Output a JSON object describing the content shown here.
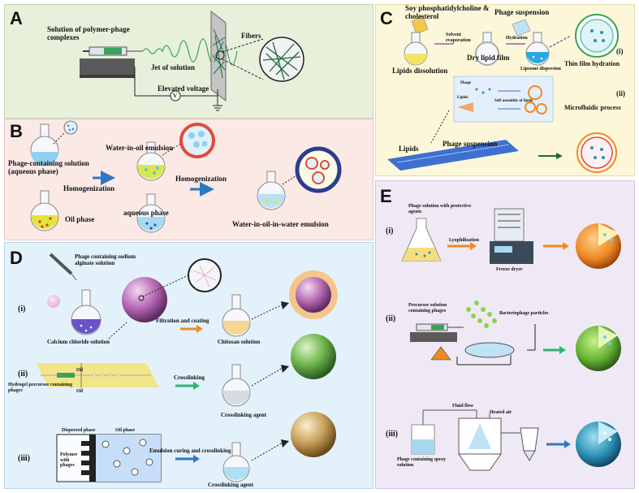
{
  "figure": {
    "panels": {
      "a": {
        "letter": "A",
        "solution_label": "Solution of polymer-phage complexes",
        "jet_label": "Jet of solution",
        "fibers_label": "Fibers",
        "voltage_label": "Elevated voltage",
        "voltmeter_symbol": "V"
      },
      "b": {
        "letter": "B",
        "phage_solution_label": "Phage-containing solution (aqueous phase)",
        "oil_phase_label": "Oil phase",
        "homogenization_1": "Homogenization",
        "water_in_oil_label": "Water-in-oil emulsion",
        "aqueous_phase_label": "aqueous phase",
        "homogenization_2": "Homogenization",
        "w_o_w_label": "Water-in-oil-in-water emulsion"
      },
      "c": {
        "letter": "C",
        "soy_label": "Soy phosphatidylcholine & cholesterol",
        "phage_suspension_top": "Phage suspension",
        "solvent_label": "Solvent evaporation",
        "hydration_label": "Hydration",
        "lipids_dissolution": "Lipids dissolution",
        "dry_film": "Dry lipid film",
        "liposome_dispersion": "Liposme dispersion",
        "roman_i": "(i)",
        "thin_film": "Thin film hydration",
        "roman_ii": "(ii)",
        "microfluidic": "Microfluidic process",
        "inset_phage": "Phage",
        "inset_lipids": "Lipids",
        "inset_self_assembly": "Self-assembly of lipids",
        "lipids_label": "Lipids",
        "phage_suspension_bottom": "Phage suspension"
      },
      "d": {
        "letter": "D",
        "alginate_label": "Phage containing sodium alginate solution",
        "roman_i": "(i)",
        "calcium_label": "Calcium chloride solution",
        "filtration_label": "Filtration and coating",
        "chitosan_label": "Chitosan solution",
        "roman_ii": "(ii)",
        "hydrogel_label": "Hydrogel precursor containing phages",
        "oil_top": "Oil",
        "oil_bottom": "Oil",
        "crosslinking_label": "Crosslinking",
        "crosslinking_agent_1": "Crosslinking agent",
        "roman_iii": "(iii)",
        "dispersed_phase": "Dispersed phase",
        "oil_phase": "Oil phase",
        "polymer_phages": "Polymer with phages",
        "emulsion_label": "Emulsion curing and crosslinking",
        "crosslinking_agent_2": "Crosslinking agent"
      },
      "e": {
        "letter": "E",
        "roman_i": "(i)",
        "phage_solution_label": "Phage solution with protective agents",
        "lyophilization": "Lyophilization",
        "freeze_dryer": "Freeze dryer",
        "roman_ii": "(ii)",
        "precursor_label": "Precursor solution containing phages",
        "bacteriophage_particles": "Bacteriophage particles",
        "roman_iii": "(iii)",
        "fluid_flow": "Fluid flow",
        "heated_air": "Heated air",
        "spray_solution": "Phage containing spray solution"
      }
    }
  },
  "colors": {
    "panel_a_bg": "#e6f0da",
    "panel_b_bg": "#fbe9e5",
    "panel_c_bg": "#fdf7d9",
    "panel_d_bg": "#e3f1fb",
    "panel_e_bg": "#efe9f6",
    "arrow_blue": "#2f78c4",
    "arrow_orange": "#f08a24",
    "arrow_green": "#2bb673"
  }
}
